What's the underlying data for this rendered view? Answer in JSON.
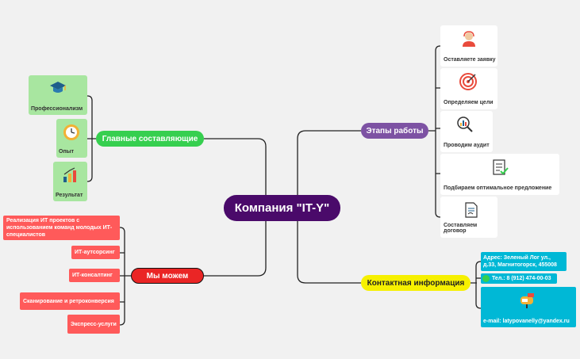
{
  "central": "Компания \"IT-Y\"",
  "main": {
    "label": "Главные составляющие",
    "items": [
      "Профессионализм",
      "Опыт",
      "Результат"
    ]
  },
  "stages": {
    "label": "Этапы работы",
    "items": [
      "Оставляете заявку",
      "Определяем цели",
      "Проводим аудит",
      "Подбираем оптимальное предложение",
      "Составляем договор"
    ]
  },
  "can": {
    "label": "Мы можем",
    "items": [
      "Реализация ИТ проектов с использованием команд молодых ИТ-специалистов",
      "ИТ-аутсорсинг",
      "ИТ-консалтинг",
      "Сканирование и ретроконверсия",
      "Экспресс-услуги"
    ]
  },
  "contact": {
    "label": "Контактная информация",
    "address": "Адрес: Зеленый Лог ул., д.33, Магнитогорск, 455008",
    "phone": "Тел.: 8 (912) 474-00-03",
    "email": "e-mail: latypovanelly@yandex.ru"
  },
  "colors": {
    "central": "#4a0a6a",
    "main": "#36cf4f",
    "stages": "#7d52a3",
    "contact": "#f6f000",
    "can": "#ea2525",
    "contact_box": "#00b8d6"
  }
}
